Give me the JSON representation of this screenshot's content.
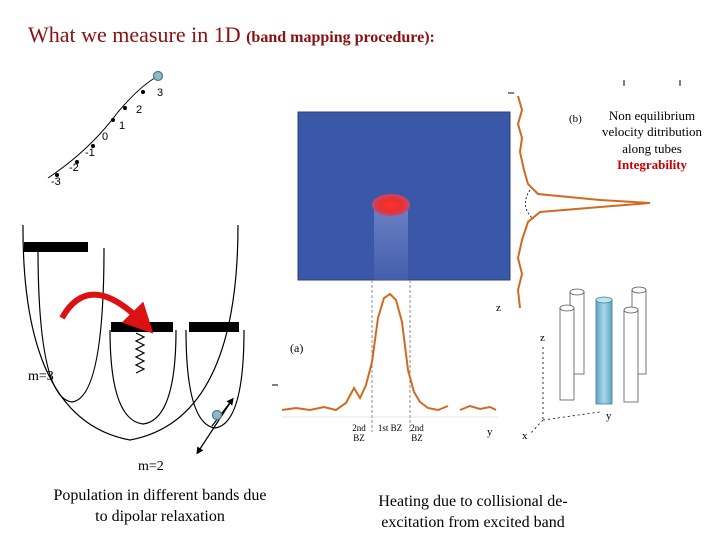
{
  "title": {
    "main": "What we measure in 1D",
    "sub": "(band mapping procedure):"
  },
  "lattice": {
    "levels": [
      "3",
      "2",
      "1",
      "0",
      "-1",
      "-2",
      "-3"
    ]
  },
  "left_panel": {
    "m3_label": "m=3",
    "m2_label": "m=2",
    "caption": "Population in different bands due to dipolar relaxation"
  },
  "center_panel": {
    "panel_a_label": "(a)",
    "panel_b_label": "(b)",
    "z_axis_label": "z",
    "y_axis_label": "y",
    "zone_labels": [
      "2nd BZ",
      "1st BZ",
      "2nd BZ"
    ],
    "caption": "Heating due to collisional de-excitation from excited band"
  },
  "right_panel": {
    "description_lines": [
      "Non equilibrium",
      "velocity ditribution",
      "along tubes"
    ],
    "highlight": "Integrability",
    "axis_labels": {
      "z": "z",
      "y": "y",
      "x": "x"
    }
  },
  "colors": {
    "title": "#8b1010",
    "highlight": "#cc0000",
    "absorption_bg": "#3b57a8",
    "atom_cloud": "#e83030",
    "profile": "#d2691e",
    "arrow": "#dd1111",
    "tube_highlight": "#7fb8d0"
  }
}
